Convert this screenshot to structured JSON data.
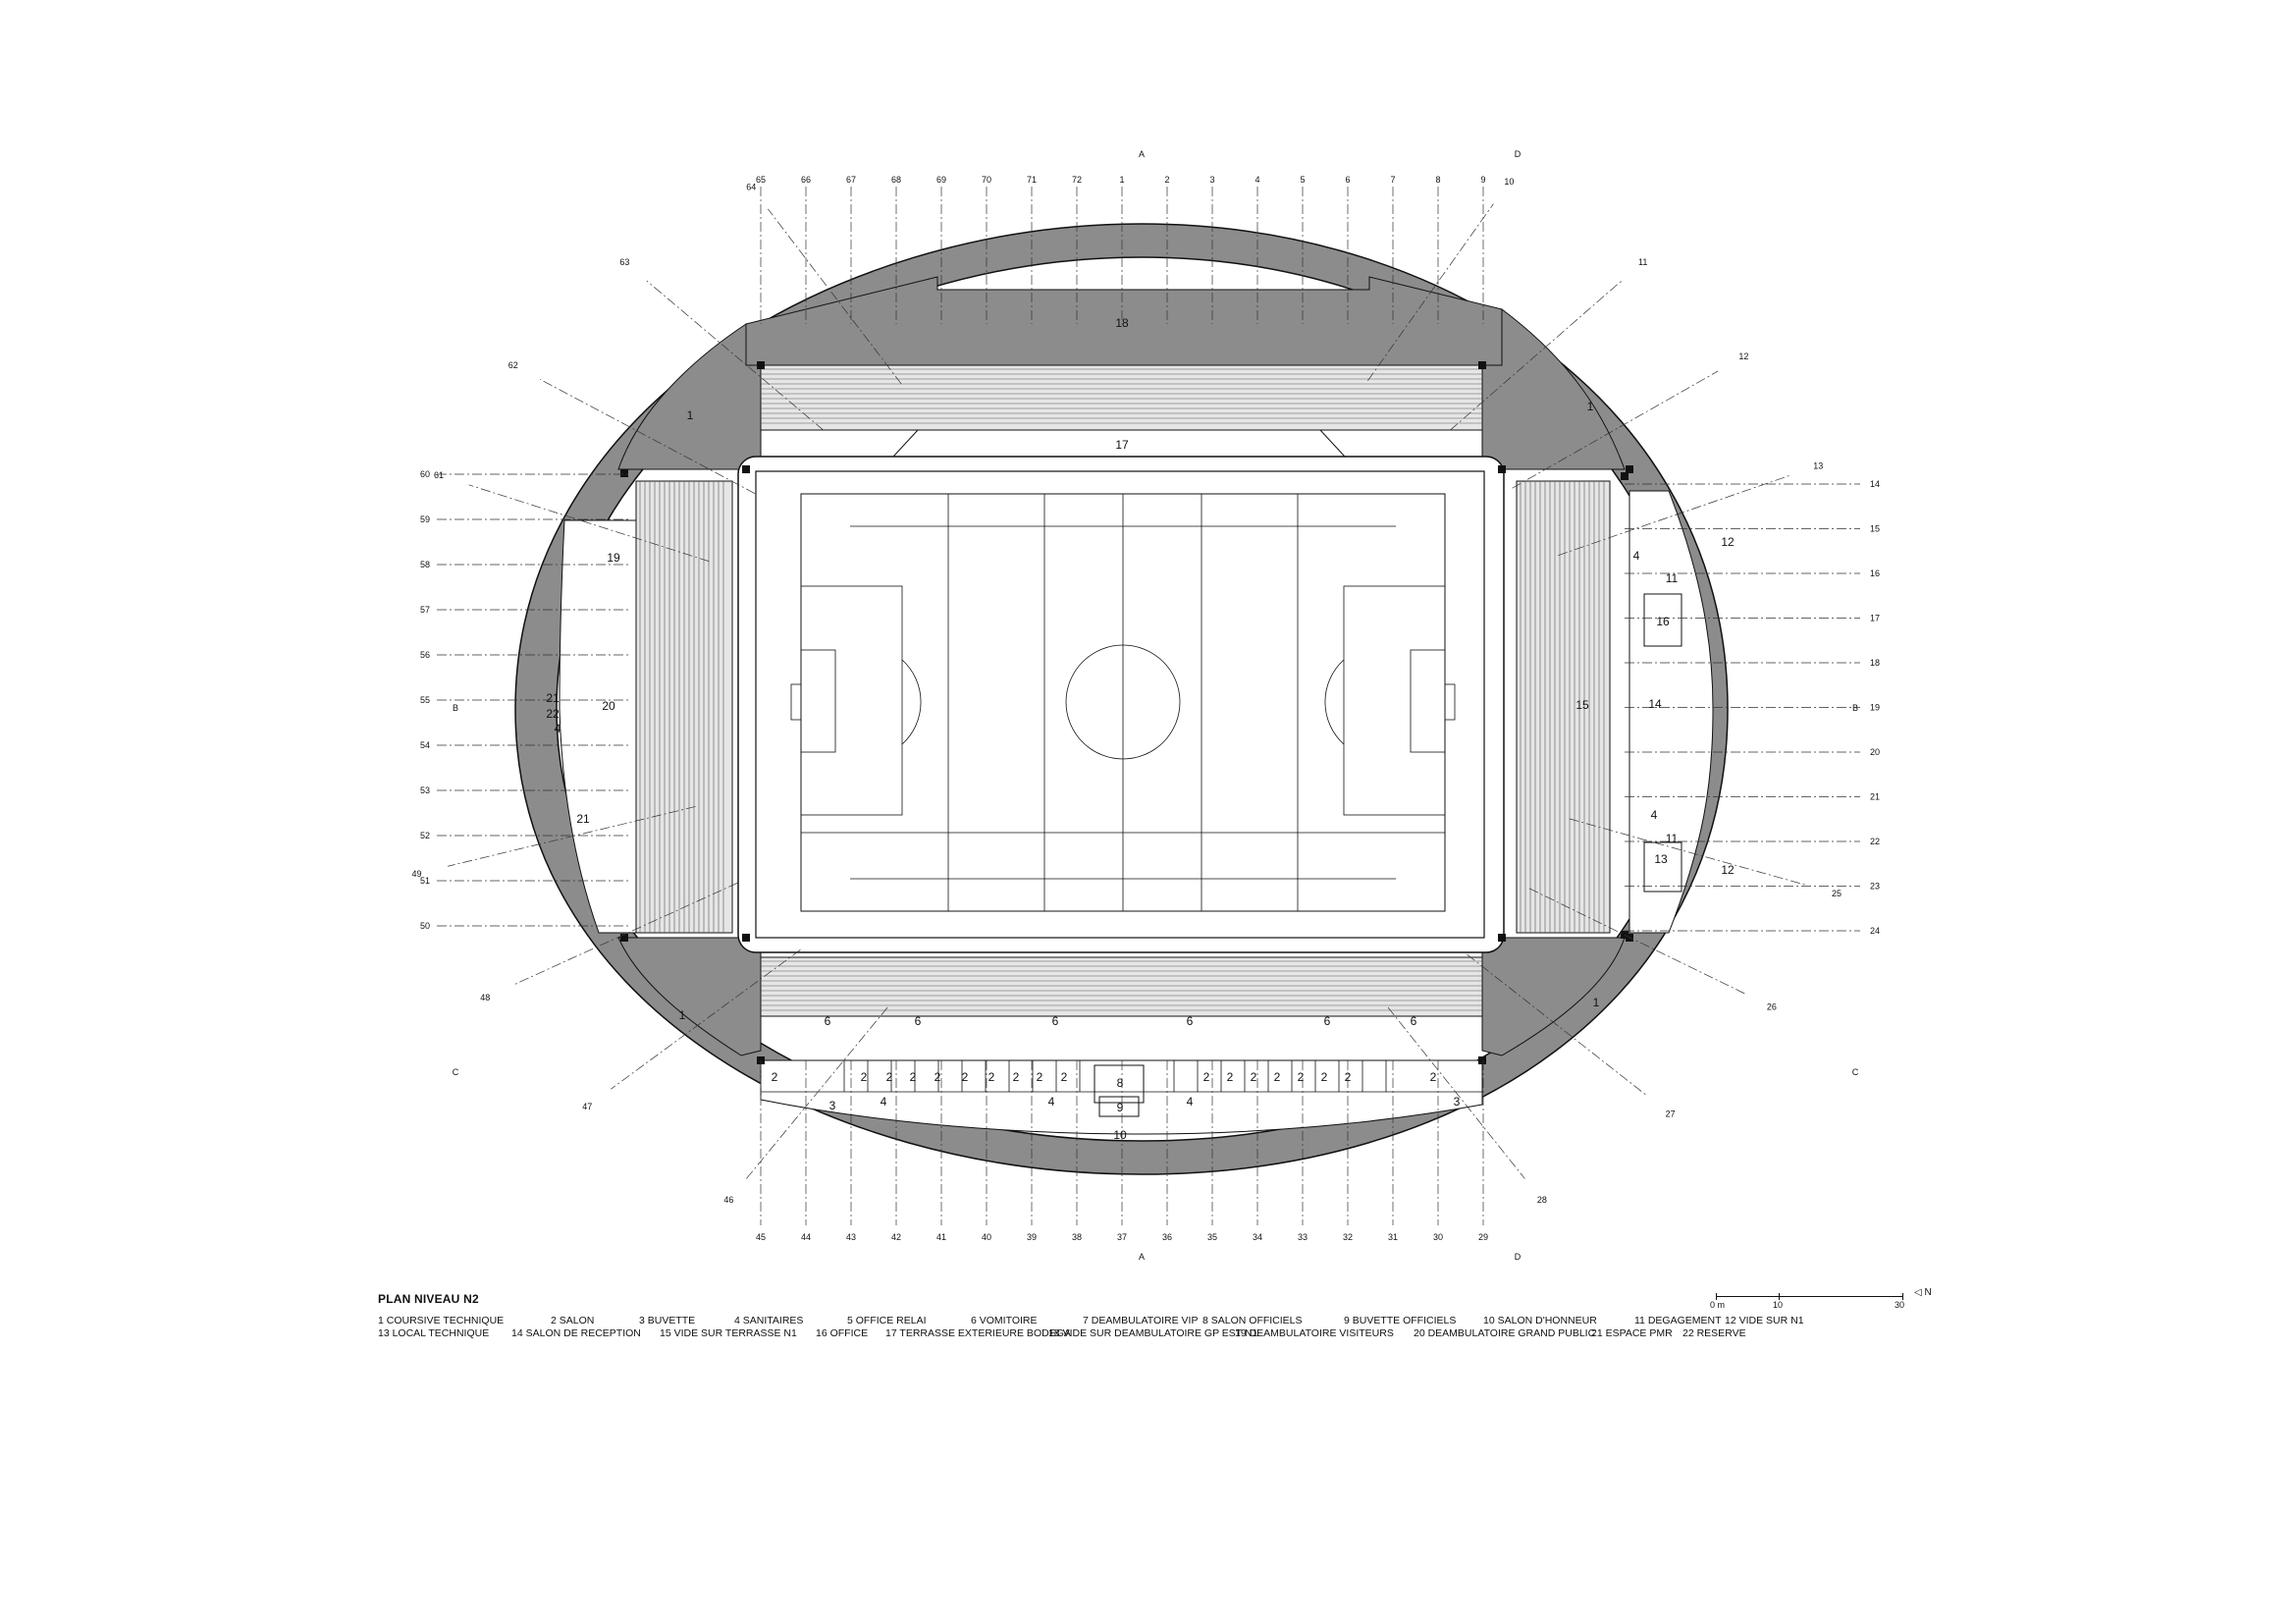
{
  "drawing": {
    "title": "PLAN NIVEAU N2",
    "colors": {
      "concourse_fill": "#8c8c8c",
      "line": "#111111",
      "pitch_bg": "#ffffff"
    }
  },
  "section_markers": {
    "A_top": "A",
    "A_bottom": "A",
    "D_top": "D",
    "D_bottom": "D",
    "B_left": "B",
    "B_right": "B",
    "C_left": "C",
    "C_right": "C"
  },
  "grid_axes": {
    "top": [
      "65",
      "66",
      "67",
      "68",
      "69",
      "70",
      "71",
      "72",
      "1",
      "2",
      "3",
      "4",
      "5",
      "6",
      "7",
      "8",
      "9"
    ],
    "top_right": [
      "10",
      "11",
      "12",
      "13"
    ],
    "right": [
      "14",
      "15",
      "16",
      "17",
      "18",
      "19",
      "20",
      "21",
      "22",
      "23",
      "24"
    ],
    "bottom_right": [
      "25",
      "26",
      "27",
      "28"
    ],
    "bottom": [
      "45",
      "44",
      "43",
      "42",
      "41",
      "40",
      "39",
      "38",
      "37",
      "36",
      "35",
      "34",
      "33",
      "32",
      "31",
      "30",
      "29"
    ],
    "bottom_left": [
      "49",
      "48",
      "47",
      "46"
    ],
    "left": [
      "60",
      "59",
      "58",
      "57",
      "56",
      "55",
      "54",
      "53",
      "52",
      "51",
      "50"
    ],
    "top_left": [
      "64",
      "63",
      "62",
      "61"
    ]
  },
  "room_numbers": {
    "north_stand": "18",
    "north_terrace": "17",
    "coursive_nw": "1",
    "coursive_ne": "1",
    "coursive_sw": "1",
    "coursive_se": "1",
    "west_visitors": "19",
    "west_grand_public": "20",
    "west_pmr_a": "21",
    "west_reserve": "22",
    "west_pmr_b": "21",
    "west_sanitaires": "4",
    "east_vide": "15",
    "east_reception": "14",
    "east_vide_n1_a": "12",
    "east_vide_n1_b": "12",
    "east_degagement_a": "11",
    "east_degagement_b": "11",
    "east_office": "16",
    "east_local_tech": "13",
    "east_sanitaires_a": "4",
    "east_sanitaires_b": "4",
    "south_vomitoires": [
      "6",
      "6",
      "6",
      "6",
      "6",
      "6"
    ],
    "south_salons": [
      "2",
      "2",
      "2",
      "2",
      "2",
      "2",
      "2",
      "2",
      "2",
      "2",
      "2",
      "2",
      "2",
      "2",
      "2",
      "2",
      "2",
      "2"
    ],
    "south_buvette_w": "3",
    "south_buvette_e": "3",
    "south_officiels": "8",
    "south_buvette_officiels": "9",
    "south_honneur": "10",
    "south_sanitaires": [
      "4",
      "4",
      "4"
    ]
  },
  "legend": {
    "row1": [
      "1 COURSIVE TECHNIQUE",
      "2 SALON",
      "3 BUVETTE",
      "4 SANITAIRES",
      "5 OFFICE RELAI",
      "6 VOMITOIRE",
      "7 DEAMBULATOIRE VIP",
      "8 SALON OFFICIELS",
      "9 BUVETTE OFFICIELS",
      "10 SALON D'HONNEUR",
      "11 DEGAGEMENT",
      "12 VIDE SUR N1"
    ],
    "row2": [
      "13 LOCAL TECHNIQUE",
      "14 SALON DE RECEPTION",
      "15 VIDE SUR TERRASSE N1",
      "16 OFFICE",
      "17 TERRASSE EXTERIEURE BODEGA",
      "18 VIDE SUR DEAMBULATOIRE GP EST N1",
      "19 DEAMBULATOIRE VISITEURS",
      "20 DEAMBULATOIRE GRAND PUBLIC",
      "21 ESPACE PMR",
      "22 RESERVE"
    ]
  },
  "scale_bar": {
    "labels": [
      "0 m",
      "10",
      "30"
    ],
    "north_label": "N",
    "north_icon": "north-arrow-icon"
  }
}
